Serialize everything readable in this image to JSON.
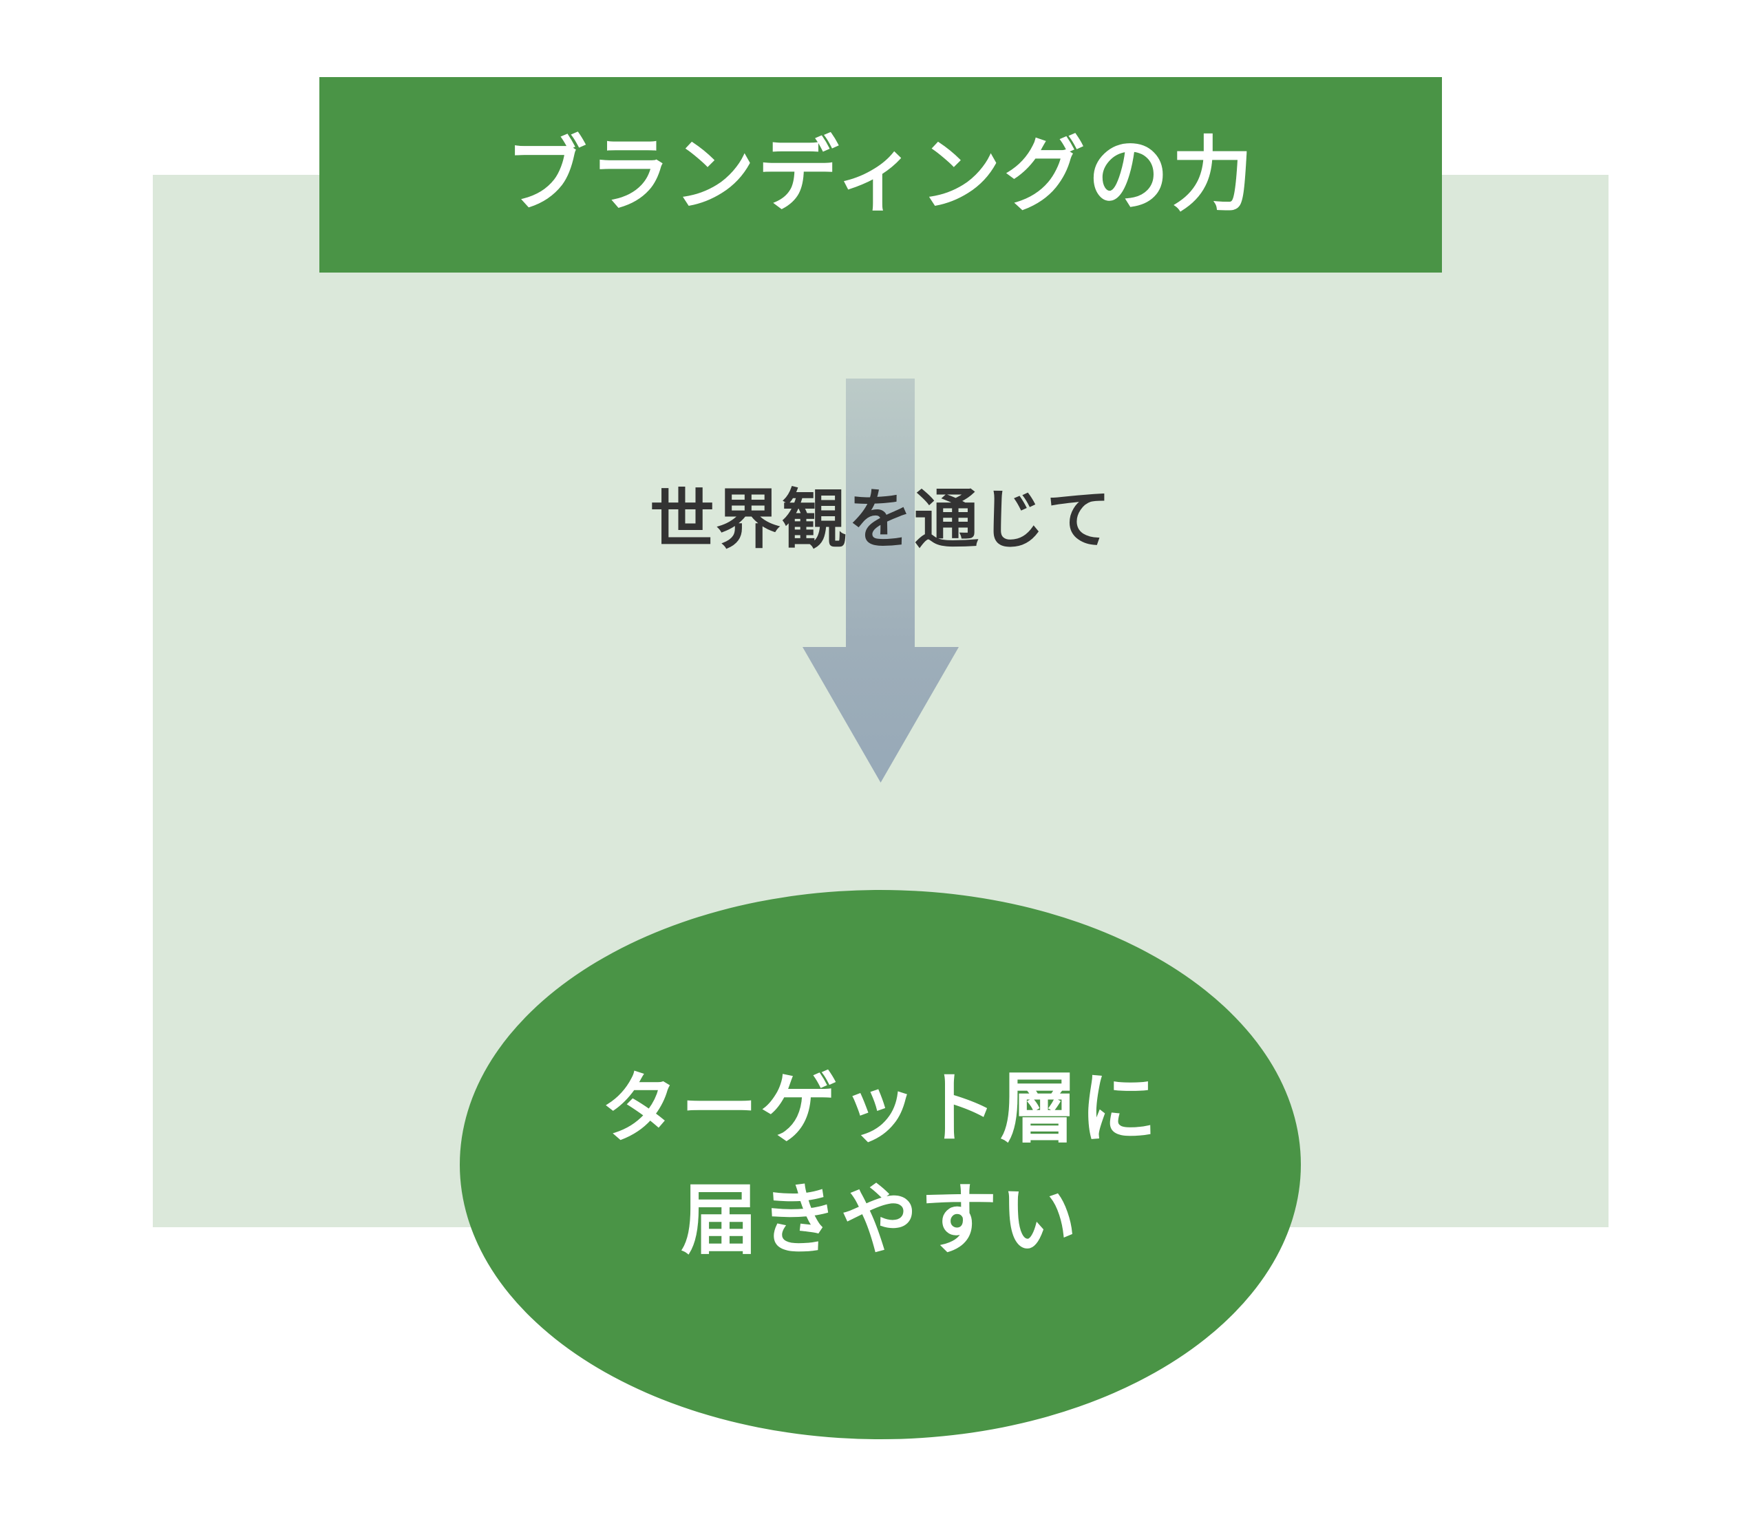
{
  "diagram": {
    "title": "ブランディングの力",
    "arrow_label": "世界観を通じて",
    "result": {
      "line1": "ターゲット層に",
      "line2": "届きやすい"
    }
  },
  "colors": {
    "title_bg": "#4a9446",
    "panel_bg": "#dbe8da",
    "ellipse_bg": "#4a9446",
    "arrow_top": "#bccbc8",
    "arrow_bottom": "#97a9b8",
    "arrow_label_text": "#333333",
    "light_text": "#ffffff"
  },
  "icons": {
    "flow_arrow": "down-arrow"
  }
}
